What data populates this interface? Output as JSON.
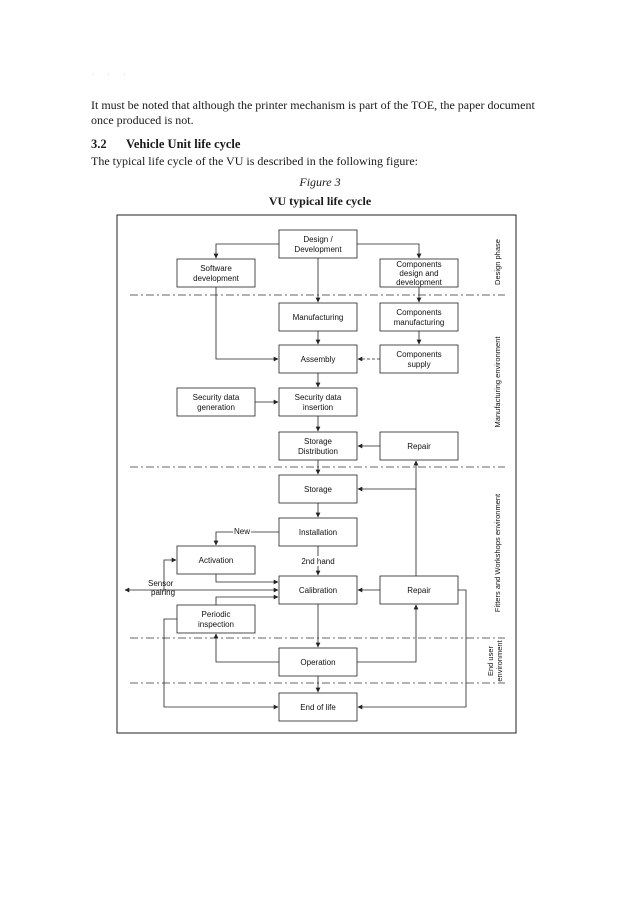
{
  "page": {
    "note_line1": "It must be noted that although the printer mechanism is part of the TOE, the paper document",
    "note_line2": "once produced is not.",
    "section_number": "3.2",
    "section_title": "Vehicle Unit life cycle",
    "intro": "The typical life cycle of the VU is described in the following figure:",
    "figure_number": "Figure 3",
    "figure_title": "VU typical life cycle"
  },
  "diagram": {
    "boxes": {
      "design": [
        "Design /",
        "Development"
      ],
      "software": [
        "Software",
        "development"
      ],
      "components_design": [
        "Components",
        "design and",
        "development"
      ],
      "manufacturing": [
        "Manufacturing"
      ],
      "components_manufacturing": [
        "Components",
        "manufacturing"
      ],
      "assembly": [
        "Assembly"
      ],
      "components_supply": [
        "Components",
        "supply"
      ],
      "sec_gen": [
        "Security data",
        "generation"
      ],
      "sec_ins": [
        "Security data",
        "insertion"
      ],
      "storage_dist": [
        "Storage",
        "Distribution"
      ],
      "repair_top": [
        "Repair"
      ],
      "storage": [
        "Storage"
      ],
      "installation": [
        "Installation"
      ],
      "activation": [
        "Activation"
      ],
      "calibration": [
        "Calibration"
      ],
      "repair_mid": [
        "Repair"
      ],
      "periodic": [
        "Periodic",
        "inspection"
      ],
      "operation": [
        "Operation"
      ],
      "end_of_life": [
        "End of life"
      ]
    },
    "labels": {
      "new": "New",
      "second_hand": "2nd hand",
      "sensor_pairing": [
        "Sensor",
        "pairing"
      ]
    },
    "phases": {
      "design": [
        "Design phase"
      ],
      "manufacturing": [
        "Manufacturing environment"
      ],
      "fitters": [
        "Fitters and Workshops environment"
      ],
      "end_user": [
        "End user",
        "environment"
      ]
    }
  }
}
